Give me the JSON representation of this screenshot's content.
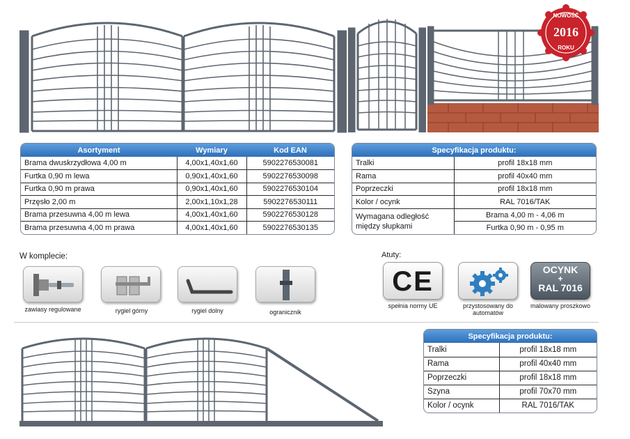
{
  "badge": {
    "top": "NOWOŚĆ",
    "year": "2016",
    "bottom": "ROKU"
  },
  "assortment_table": {
    "headers": [
      "Asortyment",
      "Wymiary",
      "Kod EAN"
    ],
    "rows": [
      [
        "Brama dwuskrzydłowa 4,00 m",
        "4,00x1,40x1,60",
        "5902276530081"
      ],
      [
        "Furtka 0,90 m lewa",
        "0,90x1,40x1,60",
        "5902276530098"
      ],
      [
        "Furtka 0,90 m prawa",
        "0,90x1,40x1,60",
        "5902276530104"
      ],
      [
        "Przęsło 2,00 m",
        "2,00x1,10x1,28",
        "5902276530111"
      ],
      [
        "Brama przesuwna 4,00 m lewa",
        "4,00x1,40x1,60",
        "5902276530128"
      ],
      [
        "Brama przesuwna 4,00 m prawa",
        "4,00x1,40x1,60",
        "5902276530135"
      ]
    ]
  },
  "spec_table_1": {
    "header": "Specyfikacja produktu:",
    "rows": [
      [
        "Tralki",
        "profil 18x18 mm"
      ],
      [
        "Rama",
        "profil 40x40 mm"
      ],
      [
        "Poprzeczki",
        "profil 18x18 mm"
      ],
      [
        "Kolor / ocynk",
        "RAL 7016/TAK"
      ]
    ],
    "distance_label_1": "Wymagana odległość",
    "distance_label_2": "między słupkami",
    "distance_value_1": "Brama 4,00 m - 4,06 m",
    "distance_value_2": "Furtka 0,90 m - 0,95 m"
  },
  "included": {
    "title": "W komplecie:",
    "items": [
      {
        "label": "zawiasy regulowane",
        "icon": "hinge-icon"
      },
      {
        "label": "rygiel górny",
        "icon": "upper-bolt-icon"
      },
      {
        "label": "rygiel dolny",
        "icon": "lower-bolt-icon"
      },
      {
        "label": "ogranicznik",
        "icon": "stopper-icon"
      }
    ]
  },
  "features": {
    "title": "Atuty:",
    "ce_mark": "CE",
    "items": [
      {
        "label": "spełnia normy UE"
      },
      {
        "label_1": "przystosowany do",
        "label_2": "automatów"
      },
      {
        "label": "malowany proszkowo"
      }
    ],
    "coat_line_1": "OCYNK",
    "coat_plus": "+",
    "coat_line_2": "RAL 7016"
  },
  "spec_table_2": {
    "header": "Specyfikacja produktu:",
    "rows": [
      [
        "Tralki",
        "profil 18x18 mm"
      ],
      [
        "Rama",
        "profil 40x40 mm"
      ],
      [
        "Poprzeczki",
        "profil 18x18 mm"
      ],
      [
        "Szyna",
        "profil 70x70 mm"
      ],
      [
        "Kolor / ocynk",
        "RAL 7016/TAK"
      ]
    ]
  },
  "colors": {
    "frame": "#5d6670",
    "header_blue": "#3a7fcb",
    "badge_red": "#c9232b",
    "brick": "#b55a40"
  }
}
